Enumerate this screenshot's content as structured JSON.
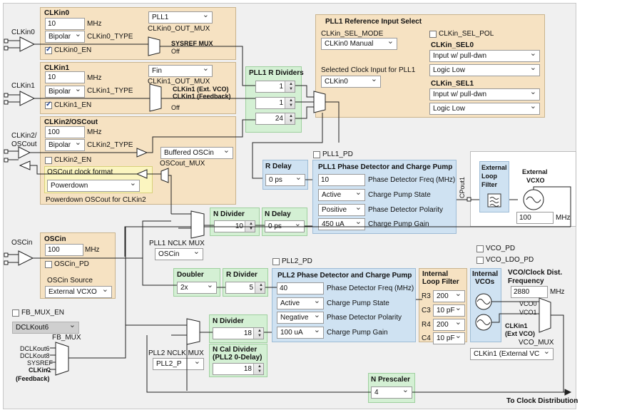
{
  "clkin0": {
    "title": "CLKin0",
    "value": "10",
    "unit": "MHz",
    "type_value": "Bipolar",
    "type_label": "CLKin0_TYPE",
    "en_label": "CLKin0_EN",
    "en_checked": true,
    "mux_value": "PLL1",
    "mux_label": "CLKin0_OUT_MUX",
    "mux_in1": "SYSREF MUX",
    "mux_in2": "Off",
    "pin": "CLKin0"
  },
  "clkin1": {
    "title": "CLKin1",
    "value": "10",
    "unit": "MHz",
    "type_value": "Bipolar",
    "type_label": "CLKin1_TYPE",
    "en_label": "CLKin1_EN",
    "en_checked": true,
    "mux_value": "Fin",
    "mux_label": "CLKin1_OUT_MUX",
    "mux_in1": "CLKin1 (Ext. VCO)",
    "mux_in2": "CLKin1 (Feedback)",
    "mux_in3": "Off",
    "pin": "CLKin1"
  },
  "clkin2": {
    "title": "CLKin2/OSCout",
    "value": "100",
    "unit": "MHz",
    "type_value": "Bipolar",
    "type_label": "CLKin2_TYPE",
    "en_label": "CLKin2_EN",
    "en_checked": false,
    "mux_value": "Buffered OSCin",
    "mux_label": "OSCout_MUX",
    "format_label": "OSCout clock format",
    "format_value": "Powerdown",
    "powerdown_label": "Powerdown OSCout for CLKin2",
    "pin1": "CLKin2/",
    "pin2": "OSCout"
  },
  "pll1_ref": {
    "title": "PLL1 Reference Input Select",
    "sel_mode_label": "CLKin_SEL_MODE",
    "sel_mode_value": "CLKin0 Manual",
    "sel_pol_label": "CLKin_SEL_POL",
    "selected_label": "Selected Clock Input for PLL1",
    "selected_value": "CLKin0",
    "sel0_label": "CLKin_SEL0",
    "sel0_val1": "Input w/ pull-dwn",
    "sel0_val2": "Logic Low",
    "sel1_label": "CLKin_SEL1",
    "sel1_val1": "Input w/ pull-dwn",
    "sel1_val2": "Logic Low"
  },
  "pll1_r": {
    "title": "PLL1 R Dividers",
    "r0": "1",
    "r1": "1",
    "r2": "24"
  },
  "pll1_pd": {
    "checkbox_label": "PLL1_PD",
    "title": "PLL1 Phase Detector and Charge Pump",
    "freq_value": "10",
    "freq_label": "Phase Detector Freq (MHz)",
    "cp_state_value": "Active",
    "cp_state_label": "Charge Pump State",
    "pol_value": "Positive",
    "pol_label": "Phase Detector Polarity",
    "gain_value": "450 uA",
    "gain_label": "Charge Pump Gain"
  },
  "r_delay": {
    "title": "R Delay",
    "value": "0 ps"
  },
  "n_delay": {
    "title": "N Delay",
    "value": "0 ps"
  },
  "n_div1": {
    "title": "N Divider",
    "value": "10"
  },
  "pll1_nclk": {
    "label": "PLL1 NCLK MUX",
    "value": "OSCin"
  },
  "ext_loop": {
    "line1": "External",
    "line2": "Loop",
    "line3": "Filter",
    "cpout": "CPout1"
  },
  "ext_vcxo": {
    "line1": "External",
    "line2": "VCXO",
    "value": "100",
    "unit": "MHz"
  },
  "oscin": {
    "title": "OSCin",
    "value": "100",
    "unit": "MHz",
    "pd_label": "OSCin_PD",
    "source_label": "OSCin Source",
    "source_value": "External VCXO",
    "pin": "OSCin"
  },
  "doubler": {
    "title": "Doubler",
    "value": "2x"
  },
  "r_div2": {
    "title": "R Divider",
    "value": "5"
  },
  "pll2_pd": {
    "checkbox_label": "PLL2_PD",
    "title": "PLL2 Phase Detector and Charge Pump",
    "freq_value": "40",
    "freq_label": "Phase Detector Freq (MHz)",
    "cp_state_value": "Active",
    "cp_state_label": "Charge Pump State",
    "pol_value": "Negative",
    "pol_label": "Phase Detector Polarity",
    "gain_value": "100 uA",
    "gain_label": "Charge Pump Gain"
  },
  "int_loop": {
    "title1": "Internal",
    "title2": "Loop Filter",
    "rows": [
      {
        "label": "R3",
        "value": "200"
      },
      {
        "label": "C3",
        "value": "10 pF"
      },
      {
        "label": "R4",
        "value": "200"
      },
      {
        "label": "C4",
        "value": "10 pF"
      }
    ]
  },
  "int_vco": {
    "title1": "Internal",
    "title2": "VCOs"
  },
  "vco": {
    "pd_label": "VCO_PD",
    "ldo_label": "VCO_LDO_PD",
    "freq_title1": "VCO/Clock Dist.",
    "freq_title2": "Frequency",
    "freq_value": "2880",
    "freq_unit": "MHz",
    "in0": "VCO0",
    "in1": "VCO1",
    "in2": "CLKin1",
    "in3": "(Ext VCO)",
    "mux_label": "VCO_MUX",
    "mux_value": "CLKin1 (External VC"
  },
  "fb_mux": {
    "en_label": "FB_MUX_EN",
    "value": "DCLKout6",
    "label": "FB_MUX",
    "in1": "DCLKout6",
    "in2": "DCLKout8",
    "in3": "SYSREF",
    "in4": "CLKin1",
    "in5": "(Feedback)"
  },
  "n_div2": {
    "title": "N Divider",
    "value": "18"
  },
  "pll2_nclk": {
    "label": "PLL2 NCLK MUX",
    "value": "PLL2_P"
  },
  "n_cal": {
    "title1": "N Cal Divider",
    "title2": "(PLL2 0-Delay)",
    "value": "18"
  },
  "n_prescaler": {
    "title": "N Prescaler",
    "value": "4"
  },
  "output_label": "To Clock Distribution",
  "colors": {
    "tan": "#f6e2c2",
    "blue": "#cfe2f2",
    "green": "#d4f0d4",
    "yellow": "#fbf5c0"
  }
}
